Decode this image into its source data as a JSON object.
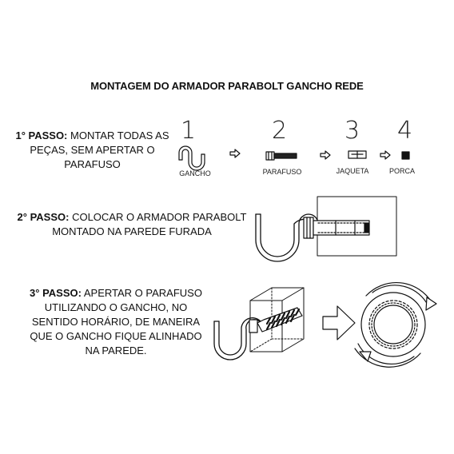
{
  "title": "MONTAGEM DO ARMADOR PARABOLT GANCHO REDE",
  "steps": [
    {
      "label": "1° PASSO:",
      "text": " MONTAR TODAS AS PEÇAS, SEM APERTAR O PARAFUSO"
    },
    {
      "label": "2° PASSO:",
      "text": " COLOCAR O ARMADOR PARABOLT MONTADO NA PAREDE FURADA"
    },
    {
      "label": "3° PASSO:",
      "text": " APERTAR O PARAFUSO UTILIZANDO O GANCHO, NO SENTIDO HORÁRIO, DE MANEIRA QUE O GANCHO FIQUE ALINHADO NA PAREDE."
    }
  ],
  "parts": [
    {
      "number": "1",
      "name": "GANCHO"
    },
    {
      "number": "2",
      "name": "PARAFUSO"
    },
    {
      "number": "3",
      "name": "JAQUETA"
    },
    {
      "number": "4",
      "name": "PORCA"
    }
  ],
  "icons": [
    "hook-icon",
    "screw-icon",
    "sleeve-icon",
    "nut-icon",
    "arrow-right-icon",
    "rotate-clockwise-icon"
  ]
}
